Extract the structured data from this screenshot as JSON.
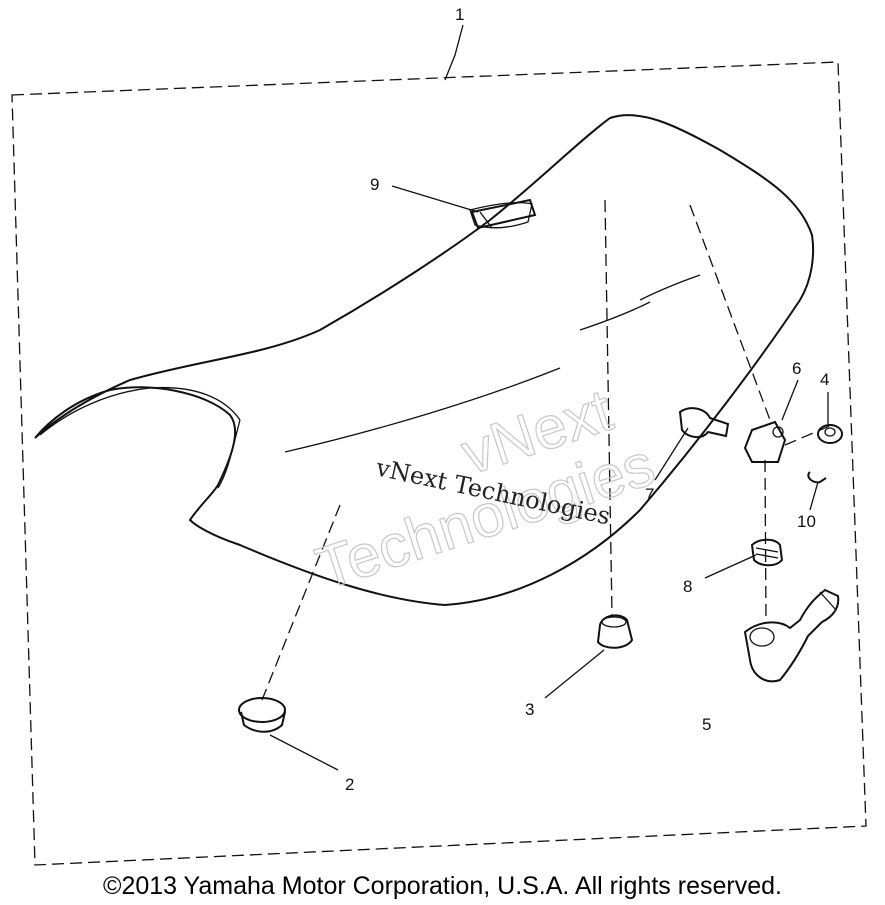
{
  "diagram": {
    "callouts": {
      "c1": "1",
      "c2": "2",
      "c3": "3",
      "c4": "4",
      "c5": "5",
      "c6": "6",
      "c7": "7",
      "c8": "8",
      "c9": "9",
      "c10": "10"
    },
    "watermark": {
      "big_line1": "vNext",
      "big_line2": "Technologies",
      "small": "vNext Technologies"
    }
  },
  "footer": {
    "copyright": "©2013 Yamaha Motor Corporation, U.S.A. All rights reserved."
  }
}
